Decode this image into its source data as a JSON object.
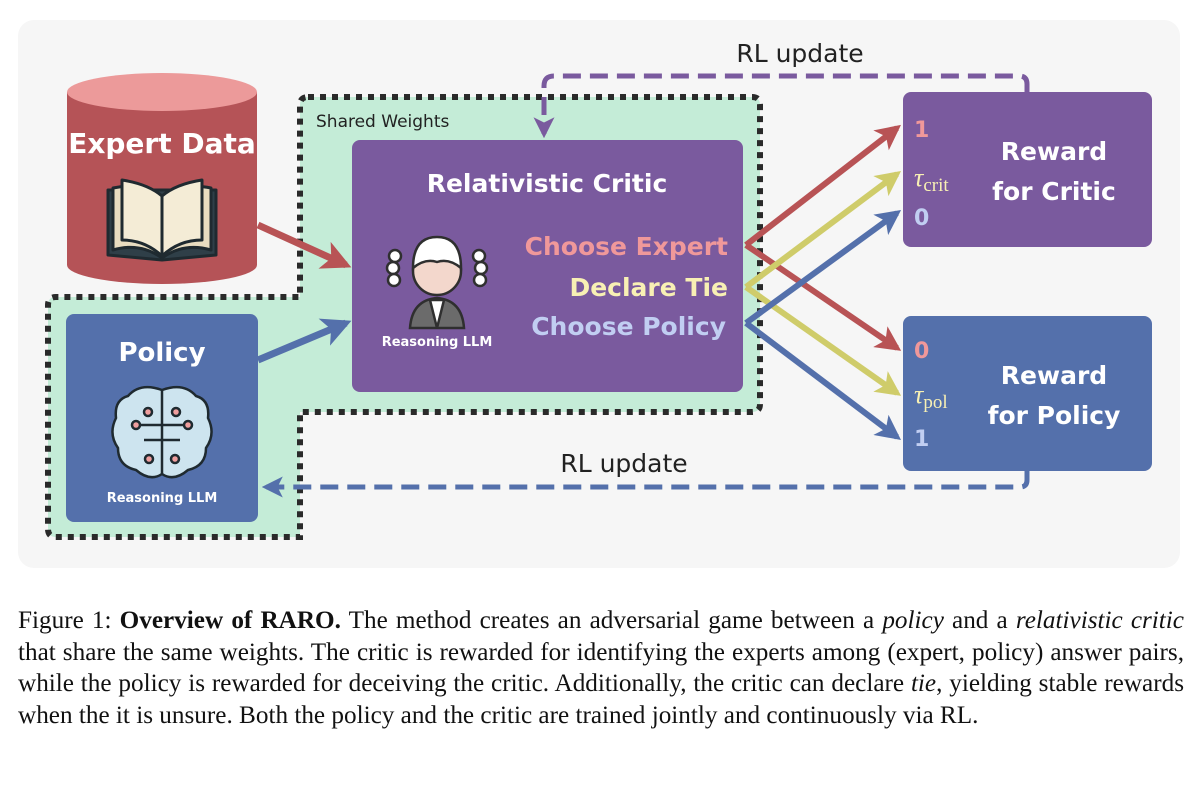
{
  "diagram": {
    "colors": {
      "panel_bg": "#f6f6f6",
      "shared_bg": "#c4ecd7",
      "dotted_border": "#2a2a2a",
      "critic_box": "#7a5a9e",
      "policy_box": "#5470ab",
      "expert_cylinder": "#b55357",
      "expert_cylinder_top": "#ec9a9a",
      "expert_arrow": "#b85355",
      "tie_arrow": "#cfcc6a",
      "policy_arrow": "#5470ab",
      "critic_update": "#7a5a9e",
      "choose_expert_text": "#f0989a",
      "declare_tie_text": "#f8f0b4",
      "choose_policy_text": "#c1cef2",
      "white_text": "#ffffff",
      "label_text": "#222222"
    },
    "expert_data": {
      "title": "Expert Data",
      "icon": "open-book-icon"
    },
    "shared_weights": {
      "label": "Shared Weights"
    },
    "critic": {
      "title": "Relativistic Critic",
      "icon": "judge-icon",
      "icon_label": "Reasoning LLM",
      "options": [
        {
          "label": "Choose Expert",
          "color_key": "choose_expert_text"
        },
        {
          "label": "Declare Tie",
          "color_key": "declare_tie_text"
        },
        {
          "label": "Choose Policy",
          "color_key": "choose_policy_text"
        }
      ]
    },
    "policy": {
      "title": "Policy",
      "icon": "brain-circuit-icon",
      "icon_label": "Reasoning LLM"
    },
    "reward_critic": {
      "title_line1": "Reward",
      "title_line2": "for Critic",
      "values": [
        {
          "text": "1",
          "color": "#f0989a"
        },
        {
          "symbol": "τ",
          "subscript": "crit",
          "color": "#f8f0b4"
        },
        {
          "text": "0",
          "color": "#c1cef2"
        }
      ]
    },
    "reward_policy": {
      "title_line1": "Reward",
      "title_line2": "for Policy",
      "values": [
        {
          "text": "0",
          "color": "#f0989a"
        },
        {
          "symbol": "τ",
          "subscript": "pol",
          "color": "#f8f0b4"
        },
        {
          "text": "1",
          "color": "#c1cef2"
        }
      ]
    },
    "rl_update_top": {
      "label": "RL update"
    },
    "rl_update_bottom": {
      "label": "RL update"
    }
  },
  "caption": {
    "prefix": "Figure 1: ",
    "bold": "Overview of RARO.",
    "segments": [
      {
        "text": " The method creates an adversarial game between a ",
        "italic": false
      },
      {
        "text": "policy",
        "italic": true
      },
      {
        "text": " and a ",
        "italic": false
      },
      {
        "text": "relativistic critic",
        "italic": true
      },
      {
        "text": " that share the same weights. The critic is rewarded for identifying the experts among (expert, policy) answer pairs, while the policy is rewarded for deceiving the critic. Additionally, the critic can declare ",
        "italic": false
      },
      {
        "text": "tie",
        "italic": true
      },
      {
        "text": ", yielding stable rewards when the it is unsure. Both the policy and the critic are trained jointly and continuously via RL.",
        "italic": false
      }
    ]
  }
}
